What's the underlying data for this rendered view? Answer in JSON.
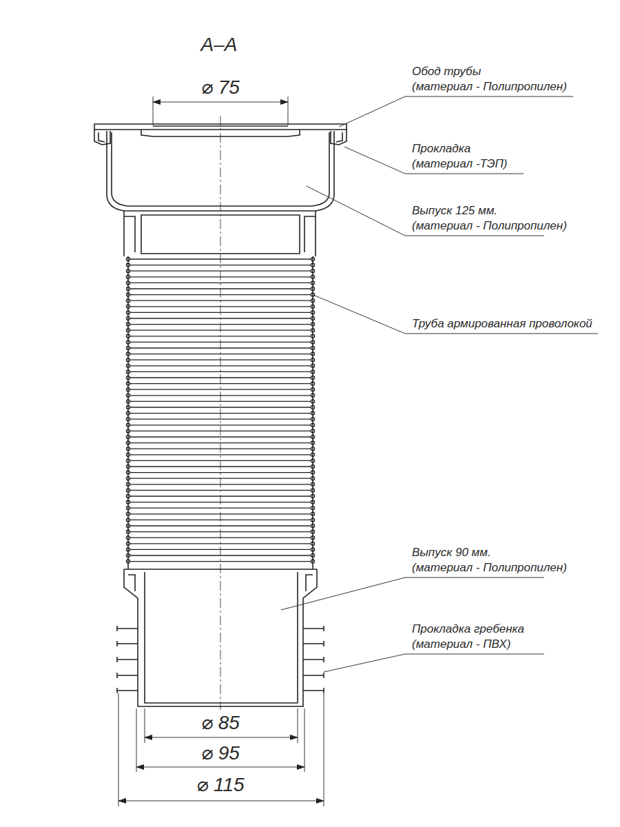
{
  "diagram": {
    "labels": [
      "А–А",
      "⌀ 75",
      "Обод трубы",
      "(материал - Полипропилен)",
      "Прокладка",
      "(материал -ТЭП)",
      "Выпуск 125 мм.",
      "(материал - Полипропилен)",
      "Труба армированная проволокой",
      "Выпуск 90 мм.",
      "(материал - Полипропилен)",
      "Прокладка гребенка",
      "(материал - ПВХ)",
      "⌀ 85",
      "⌀ 95",
      "⌀ 115"
    ]
  }
}
